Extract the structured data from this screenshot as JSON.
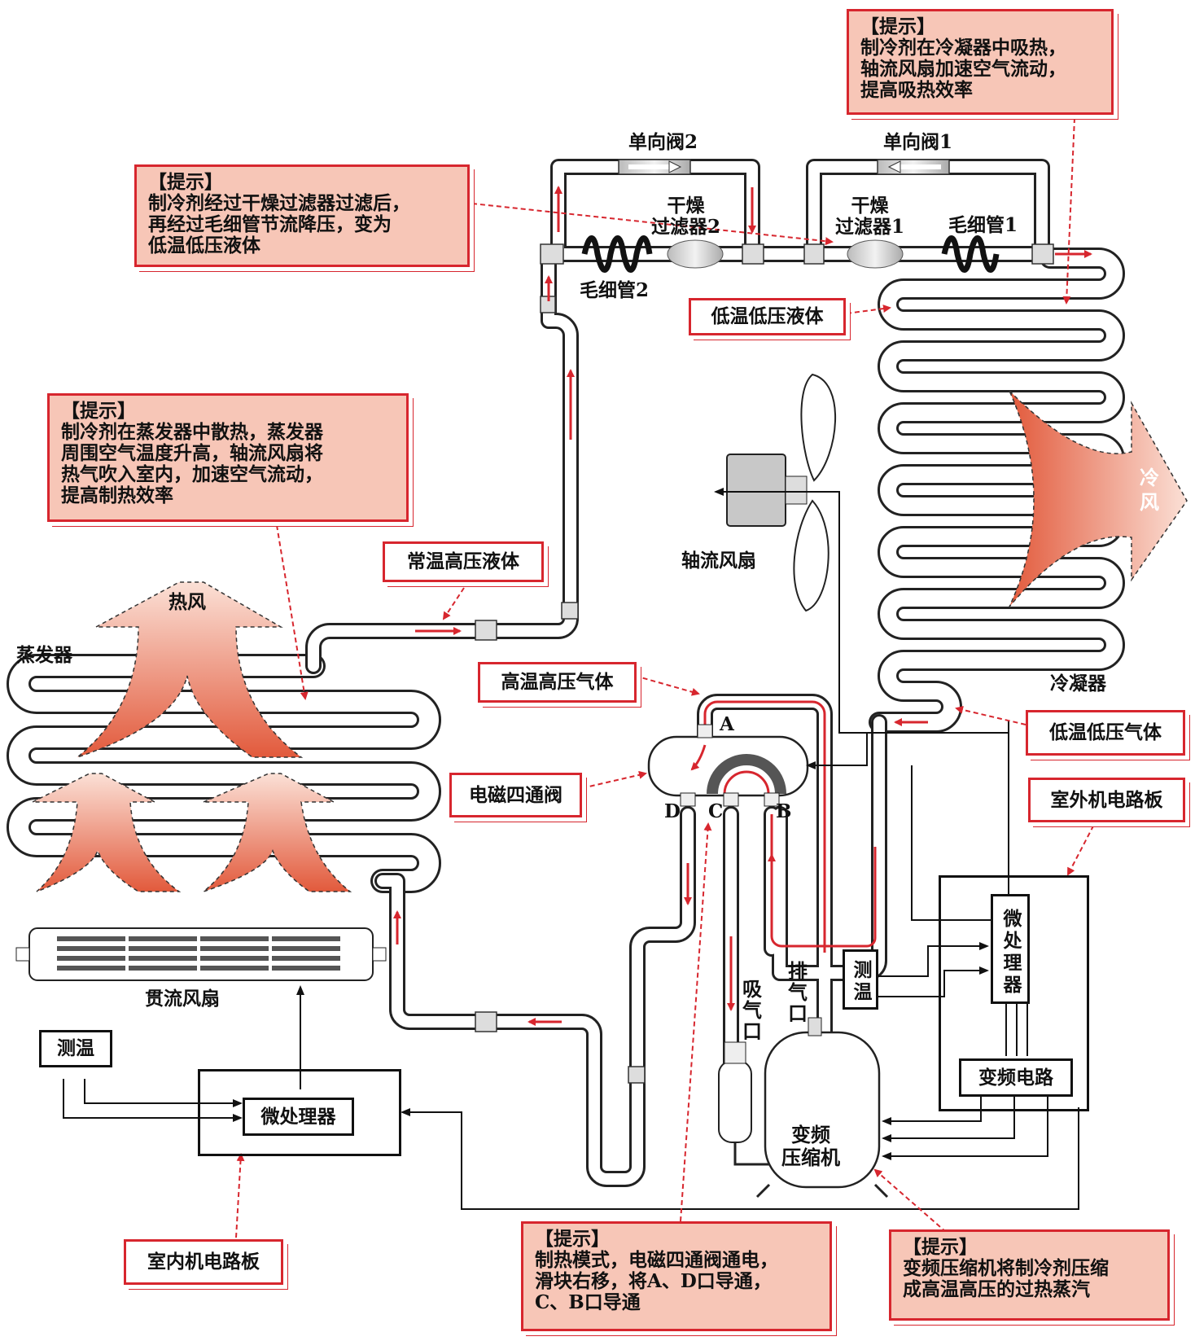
{
  "labels": {
    "check_valve_2": "单向阀2",
    "check_valve_1": "单向阀1",
    "dryer_2": [
      "干燥",
      "过滤器2"
    ],
    "dryer_1": [
      "干燥",
      "过滤器1"
    ],
    "capillary_1": "毛细管1",
    "capillary_2": "毛细管2",
    "axial_fan": "轴流风扇",
    "cold_wind": [
      "冷",
      "风"
    ],
    "hot_wind": "热风",
    "evaporator": "蒸发器",
    "condenser": "冷凝器",
    "cross_fan": "贯流风扇",
    "port_a": "A",
    "port_b": "B",
    "port_c": "C",
    "port_d": "D",
    "suction": [
      "吸",
      "气",
      "口"
    ],
    "discharge": [
      "排",
      "气",
      "口"
    ],
    "compressor": [
      "变频",
      "压缩机"
    ]
  },
  "callouts": {
    "low_temp_liquid": "低温低压液体",
    "normal_temp_liquid": "常温高压液体",
    "high_temp_gas": "高温高压气体",
    "solenoid_valve": "电磁四通阀",
    "low_temp_gas": "低温低压气体",
    "outdoor_board": "室外机电路板",
    "indoor_board": "室内机电路板"
  },
  "boxes": {
    "temp_indoor": "测温",
    "temp_outdoor": "测温",
    "mcu_indoor": "微处理器",
    "mcu_outdoor": "微处理器",
    "inverter": "变频电路"
  },
  "tips": {
    "tip_condenser": {
      "title": "【提示】",
      "lines": [
        "制冷剂在冷凝器中吸热，",
        "轴流风扇加速空气流动，",
        "提高吸热效率"
      ]
    },
    "tip_dryer": {
      "title": "【提示】",
      "lines": [
        "制冷剂经过干燥过滤器过滤后，",
        "再经过毛细管节流降压，变为",
        "低温低压液体"
      ]
    },
    "tip_evaporator": {
      "title": "【提示】",
      "lines": [
        "制冷剂在蒸发器中散热，蒸发器",
        "周围空气温度升高，轴流风扇将",
        "热气吹入室内，加速空气流动，",
        "提高制热效率"
      ]
    },
    "tip_valve": {
      "title": "【提示】",
      "lines": [
        "制热模式，电磁四通阀通电，",
        "滑块右移，将A、D口导通，",
        "C、B口导通"
      ]
    },
    "tip_compressor": {
      "title": "【提示】",
      "lines": [
        "变频压缩机将制冷剂压缩",
        "成高温高压的过热蒸汽"
      ]
    }
  },
  "colors": {
    "flow_red": "#d7262e",
    "tip_fill": "#f7c6b7",
    "pipe": "#222222",
    "component_gray": "#b0b0b0"
  }
}
